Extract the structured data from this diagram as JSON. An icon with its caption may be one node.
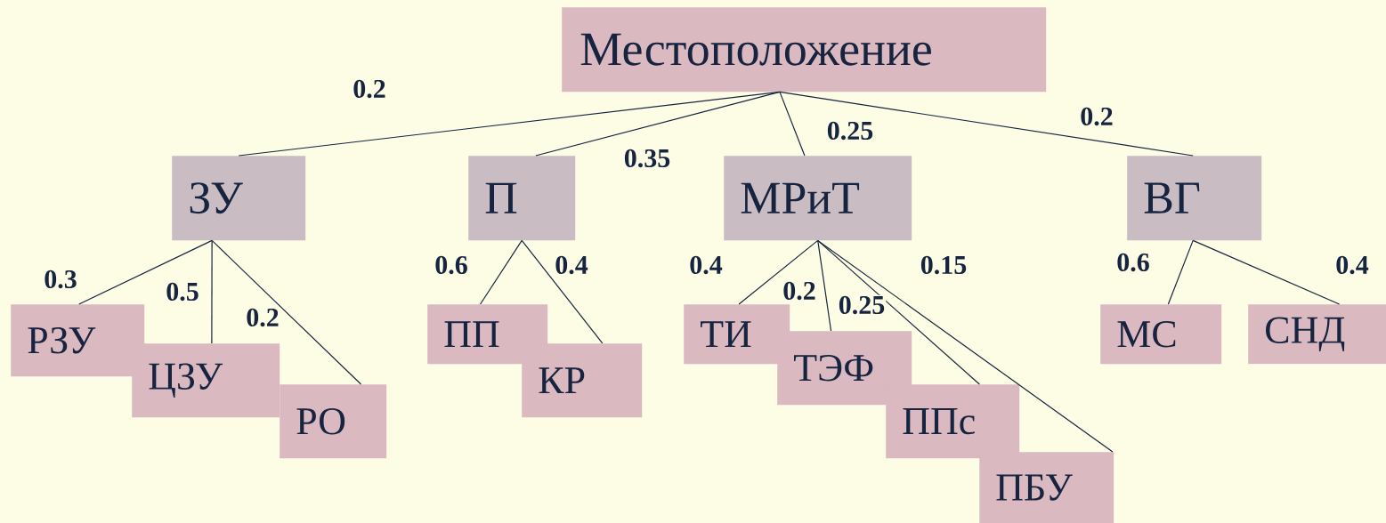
{
  "diagram": {
    "nodes": [
      {
        "text": [
          "Местоположение"
        ]
      },
      {
        "text": [
          "ЗУ"
        ]
      },
      {
        "text": [
          "П"
        ]
      },
      {
        "text": [
          "МРиТ"
        ]
      },
      {
        "text": [
          "ВГ"
        ]
      },
      {
        "text": [
          "РЗУ"
        ]
      },
      {
        "text": [
          "ЦЗУ"
        ]
      },
      {
        "text": [
          "РО"
        ]
      },
      {
        "text": [
          "ПП"
        ]
      },
      {
        "text": [
          "КР"
        ]
      },
      {
        "text": [
          "ТИ"
        ]
      },
      {
        "text": [
          "ТЭФ"
        ]
      },
      {
        "text": [
          "ППс"
        ]
      },
      {
        "text": [
          "ПБУ"
        ]
      },
      {
        "text": [
          "МС"
        ]
      },
      {
        "text": [
          "СНД"
        ]
      }
    ],
    "edges": [
      {
        "from": 0,
        "to": 1,
        "arrow": "none",
        "label": "0.2"
      },
      {
        "from": 0,
        "to": 2,
        "arrow": "none",
        "label": "0.35"
      },
      {
        "from": 0,
        "to": 3,
        "arrow": "none",
        "label": "0.25"
      },
      {
        "from": 0,
        "to": 4,
        "arrow": "none",
        "label": "0.2"
      },
      {
        "from": 1,
        "to": 5,
        "arrow": "none",
        "label": "0.3"
      },
      {
        "from": 1,
        "to": 6,
        "arrow": "none",
        "label": "0.5"
      },
      {
        "from": 1,
        "to": 7,
        "arrow": "none",
        "label": "0.2"
      },
      {
        "from": 2,
        "to": 8,
        "arrow": "none",
        "label": "0.6"
      },
      {
        "from": 2,
        "to": 9,
        "arrow": "none",
        "label": "0.4"
      },
      {
        "from": 3,
        "to": 10,
        "arrow": "none",
        "label": "0.4"
      },
      {
        "from": 3,
        "to": 11,
        "arrow": "none",
        "label": "0.2"
      },
      {
        "from": 3,
        "to": 12,
        "arrow": "none",
        "label": "0.25"
      },
      {
        "from": 3,
        "to": 13,
        "arrow": "none",
        "label": "0.15"
      },
      {
        "from": 4,
        "to": 14,
        "arrow": "none",
        "label": "0.6"
      },
      {
        "from": 4,
        "to": 15,
        "arrow": "none",
        "label": "0.4"
      }
    ]
  }
}
